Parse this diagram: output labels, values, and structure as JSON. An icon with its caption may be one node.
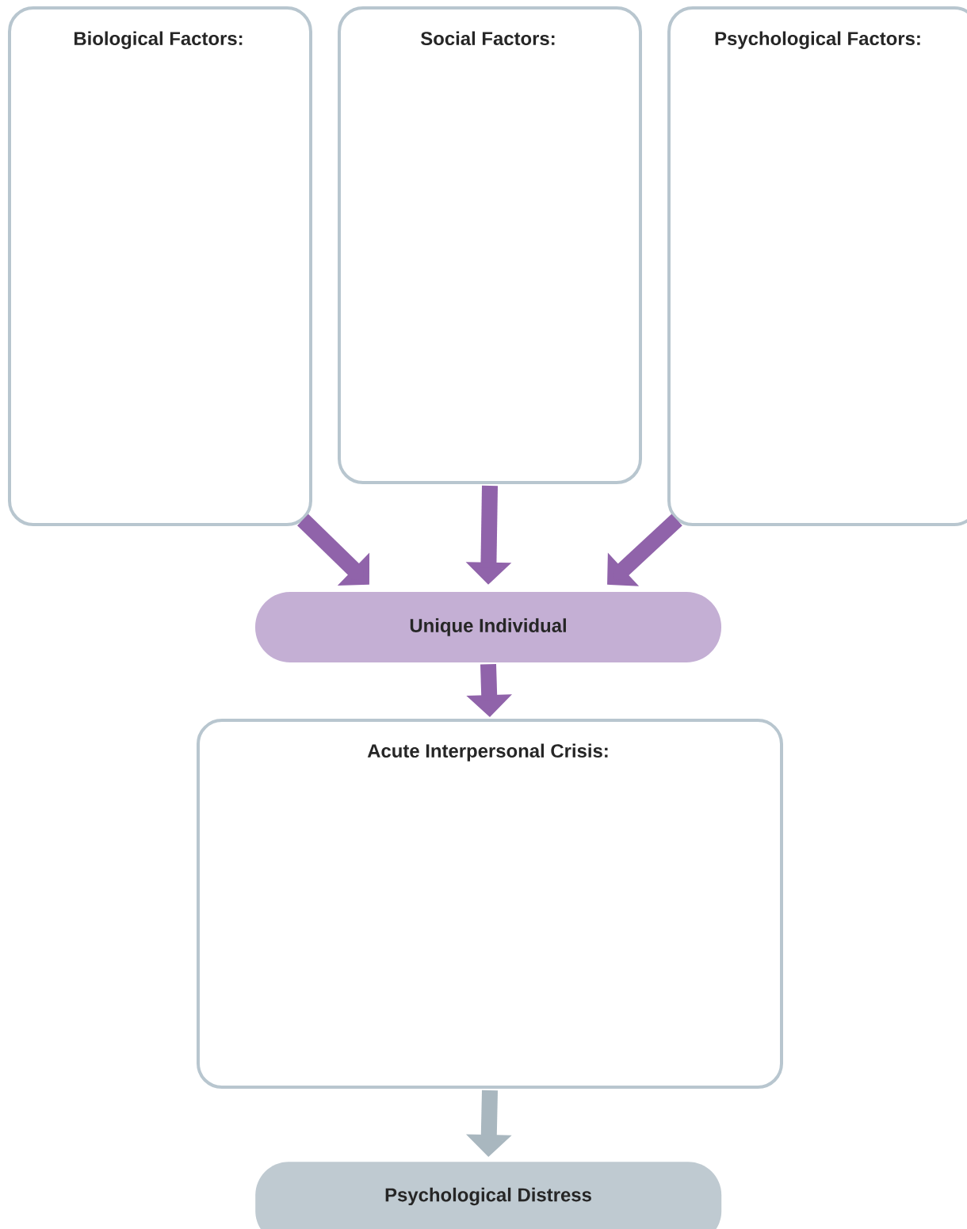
{
  "diagram": {
    "nodes": [
      {
        "text": [
          "Biological Factors:"
        ]
      },
      {
        "text": [
          "Social Factors:"
        ]
      },
      {
        "text": [
          "Psychological Factors:"
        ]
      },
      {
        "text": [
          "Unique Individual"
        ]
      },
      {
        "text": [
          "Acute Interpersonal Crisis:"
        ]
      },
      {
        "text": [
          "Psychological Distress"
        ]
      }
    ],
    "edges": [
      {
        "from": 0,
        "to": 3,
        "arrow": "to"
      },
      {
        "from": 1,
        "to": 3,
        "arrow": "to"
      },
      {
        "from": 2,
        "to": 3,
        "arrow": "to"
      },
      {
        "from": 3,
        "to": 4,
        "arrow": "to"
      },
      {
        "from": 4,
        "to": 5,
        "arrow": "to",
        "color": "#a9b7bf"
      }
    ]
  }
}
